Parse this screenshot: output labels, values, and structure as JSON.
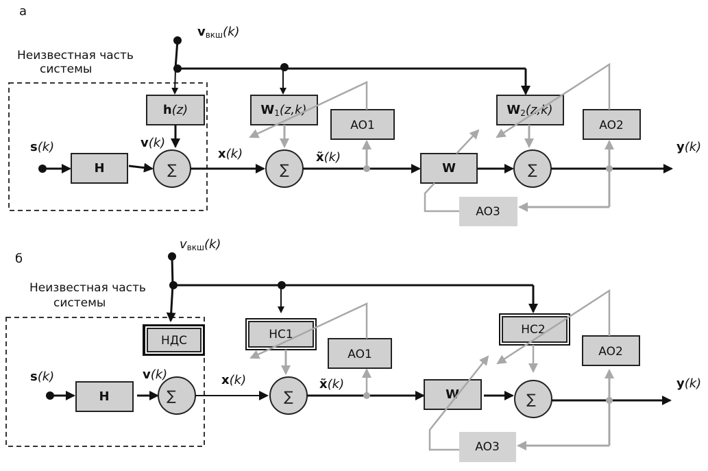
{
  "panels": [
    {
      "id": "a",
      "panel_label": "а",
      "unknown_label_line1": "Неизвестная часть",
      "unknown_label_line2": "системы",
      "noise_label": {
        "base": "v",
        "sub": "вкш",
        "arg": "(k)",
        "base_bold": true
      },
      "input_label": {
        "base": "s",
        "arg": "(k)"
      },
      "v_label": {
        "base": "v",
        "arg": "(k)"
      },
      "x_label": {
        "base": "x",
        "arg": "(k)"
      },
      "xt_label": {
        "base": "x̃",
        "arg": "(k)"
      },
      "y_label": {
        "base": "y",
        "arg": "(k)"
      },
      "blocks": {
        "H": "H",
        "noise_filter": {
          "base": "h",
          "arg": "(z)"
        },
        "W1": {
          "base": "W",
          "sub": "1",
          "arg": "(z,k)"
        },
        "W2": {
          "base": "W",
          "sub": "2",
          "arg": "(z,k)"
        },
        "W": "W",
        "AO1": "AO1",
        "AO2": "AO2",
        "AO3": "AO3"
      },
      "sum_symbol": "∑"
    },
    {
      "id": "b",
      "panel_label": "б",
      "unknown_label_line1": "Неизвестная часть",
      "unknown_label_line2": "системы",
      "noise_label": {
        "base": "v",
        "sub": "вкш",
        "arg": "(k)",
        "base_bold": false
      },
      "input_label": {
        "base": "s",
        "arg": "(k)"
      },
      "v_label": {
        "base": "v",
        "arg": "(k)"
      },
      "x_label": {
        "base": "x",
        "arg": "(k)"
      },
      "xt_label": {
        "base": "x̃",
        "arg": "(k)"
      },
      "y_label": {
        "base": "y",
        "arg": "(k)"
      },
      "blocks": {
        "H": "H",
        "NDS": "НДС",
        "NS1": "НС1",
        "NS2": "НС2",
        "W": "W",
        "AO1": "AO1",
        "AO2": "AO2",
        "AO3": "AO3"
      },
      "sum_symbol": "∑"
    }
  ],
  "colors": {
    "block_fill": "#d0d0d0",
    "adaptation_line": "#a8a8a8",
    "signal_line": "#111111"
  }
}
